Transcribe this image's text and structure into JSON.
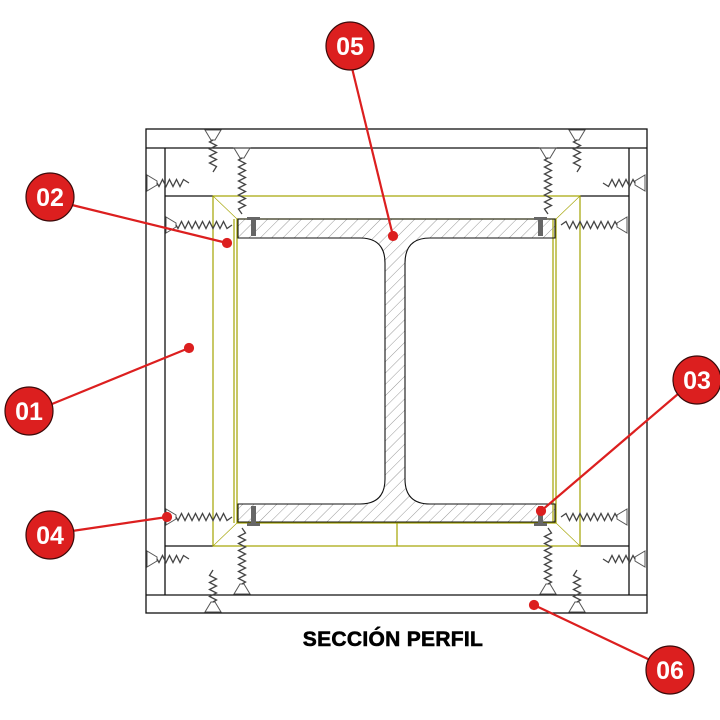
{
  "title": "SECCIÓN PERFIL",
  "callouts": [
    {
      "id": "01"
    },
    {
      "id": "02"
    },
    {
      "id": "03"
    },
    {
      "id": "04"
    },
    {
      "id": "05"
    },
    {
      "id": "06"
    }
  ],
  "labels": {
    "c01": "01",
    "c02": "02",
    "c03": "03",
    "c04": "04",
    "c05": "05",
    "c06": "06"
  },
  "colors": {
    "callout": "#dc1f1f",
    "liner": "#a3a300",
    "line": "#111111",
    "screw": "#555555"
  }
}
